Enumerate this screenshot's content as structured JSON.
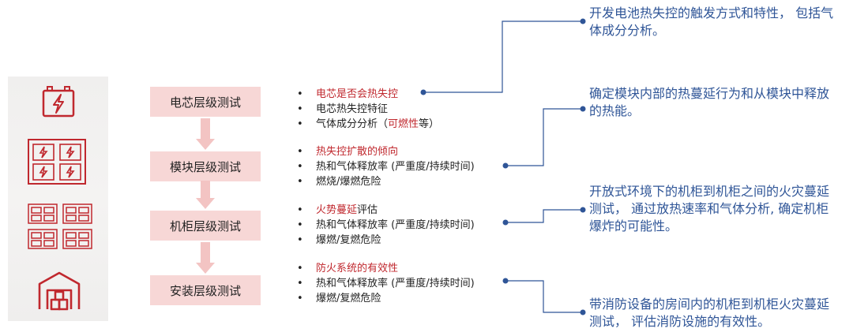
{
  "levels": [
    {
      "name": "电芯层级测试",
      "bullets": [
        {
          "parts": [
            {
              "text": "电芯是否会热失控",
              "red": true
            }
          ]
        },
        {
          "parts": [
            {
              "text": "电芯热失控特征",
              "red": false
            }
          ]
        },
        {
          "parts": [
            {
              "text": "气体成分分析（",
              "red": false
            },
            {
              "text": "可燃性",
              "red": true
            },
            {
              "text": "等）",
              "red": false
            }
          ]
        }
      ],
      "description": "开发电池热失控的触发方式和特性， 包括气体成分分析。"
    },
    {
      "name": "模块层级测试",
      "bullets": [
        {
          "parts": [
            {
              "text": "热失控扩散的倾向",
              "red": true
            }
          ]
        },
        {
          "parts": [
            {
              "text": "热和气体释放率 (严重度/持续时间)",
              "red": false
            }
          ]
        },
        {
          "parts": [
            {
              "text": "燃烧/爆燃危险",
              "red": false
            }
          ]
        }
      ],
      "description": "确定模块内部的热蔓延行为和从模块中释放的热能。"
    },
    {
      "name": "机柜层级测试",
      "bullets": [
        {
          "parts": [
            {
              "text": "火势蔓延",
              "red": true
            },
            {
              "text": "评估",
              "red": false
            }
          ]
        },
        {
          "parts": [
            {
              "text": "热和气体释放率 (严重度/持续时间)",
              "red": false
            }
          ]
        },
        {
          "parts": [
            {
              "text": "爆燃/复燃危险",
              "red": false
            }
          ]
        }
      ],
      "description": "开放式环境下的机柜到机柜之间的火灾蔓延测试， 通过放热速率和气体分析, 确定机柜爆炸的可能性。"
    },
    {
      "name": "安装层级测试",
      "bullets": [
        {
          "parts": [
            {
              "text": "防火系统的有效性",
              "red": true
            }
          ]
        },
        {
          "parts": [
            {
              "text": "热和气体释放率 (严重度/持续时间)",
              "red": false
            }
          ]
        },
        {
          "parts": [
            {
              "text": "爆燃/复燃危险",
              "red": false
            }
          ]
        }
      ],
      "description": "带消防设备的房间内的机柜到机柜火灾蔓延测试， 评估消防设施的有效性。"
    }
  ],
  "icons": [
    "battery-cell-icon",
    "battery-module-icon",
    "battery-rack-icon",
    "warehouse-icon"
  ],
  "colors": {
    "accent_red": "#c0282e",
    "box_fill": "#f7d7d6",
    "arrow_fill": "#f3c4c3",
    "line_blue": "#2f5597",
    "text_blue": "#2f5597",
    "strip_bg": "#f0efee"
  }
}
